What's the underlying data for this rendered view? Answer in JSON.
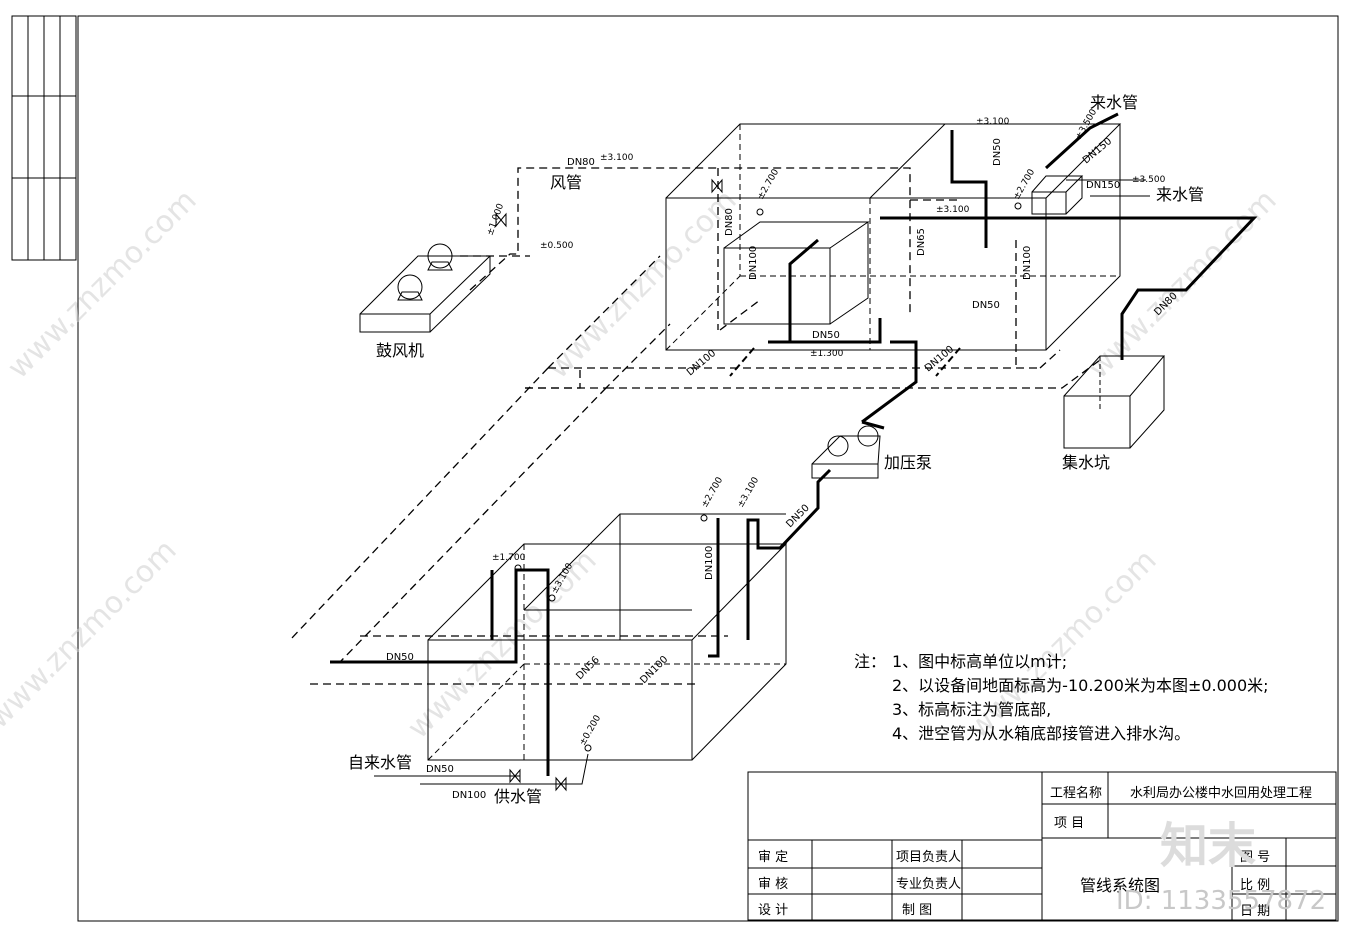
{
  "equipment": {
    "blower": "鼓风机",
    "air_pipe": "风管",
    "inlet_pipe_top": "来水管",
    "inlet_pipe_side": "来水管",
    "booster_pump": "加压泵",
    "sump": "集水坑",
    "tap_water_pipe": "自来水管",
    "supply_pipe": "供水管"
  },
  "pipe_labels": {
    "dn80_air": "DN80",
    "dn80_vert": "DN80",
    "dn100_tank": "DN100",
    "dn50_tank": "DN50",
    "dn65": "DN65",
    "dn50_vert_top": "DN50",
    "dn100_right": "DN100",
    "dn50_right": "DN50",
    "dn150_top": "DN150",
    "dn150_side": "DN150",
    "dn80_sump": "DN80",
    "dn100_drain_a": "DN100",
    "dn100_drain_b": "DN100",
    "dn50_pump": "DN50",
    "dn100_lower": "DN100",
    "dn50_lower_left": "DN50",
    "dn56": "DN56",
    "dn100_lower2": "DN100",
    "dn50_tap": "DN50",
    "dn100_supply": "DN100"
  },
  "elevations": {
    "e_air_top": "±3.100",
    "e_1000": "±1.000",
    "e_0500": "±0.500",
    "e_2700_a": "±2.700",
    "e_3100_b": "±3.100",
    "e_3500_a": "±3.500",
    "e_3100_c": "±3.100",
    "e_2700_b": "±2.700",
    "e_3500_b": "±3.500",
    "e_1300": "±1.300",
    "e_2700_c": "±2.700",
    "e_3100_d": "±3.100",
    "e_1700": "±1.700",
    "e_3100_e": "±3.100",
    "e_0200": "±0.200"
  },
  "notes": {
    "prefix": "注：",
    "n1": "1、图中标高单位以m计;",
    "n2": "2、以设备间地面标高为-10.200米为本图±0.000米;",
    "n3": "3、标高标注为管底部,",
    "n4": "4、泄空管为从水箱底部接管进入排水沟。"
  },
  "title_block": {
    "project_name_label": "工程名称",
    "project_name": "水利局办公楼中水回用处理工程",
    "item_label": "项  目",
    "drawing_title": "管线系统图",
    "review_label": "审    定",
    "check_label": "审    核",
    "design_label": "设    计",
    "project_lead": "项目负责人",
    "specialty_lead": "专业负责人",
    "drawing_label": "制    图",
    "fig_no_label": "图 号",
    "scale_label": "比 例",
    "date_label": "日 期"
  },
  "watermark": {
    "text": "www.znzmo.com",
    "brand_logo": "知末",
    "id_text": "ID: 1133557872"
  }
}
